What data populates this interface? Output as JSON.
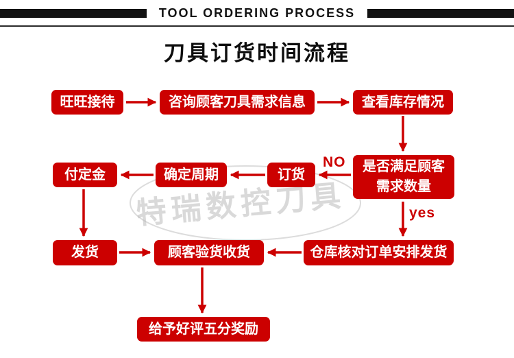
{
  "header": {
    "title": "TOOL ORDERING PROCESS"
  },
  "page_title": "刀具订货时间流程",
  "watermark": {
    "text": "特瑞数控刀具"
  },
  "colors": {
    "accent_red": "#cc0000",
    "banner_black": "#121212",
    "watermark_gray": "#d4d4d4"
  },
  "flow": {
    "nodes": {
      "reception": "旺旺接待",
      "inquiry": "咨询顾客刀具需求信息",
      "check_stock": "查看库存情况",
      "meet_demand": "是否满足顾客需求数量",
      "order": "订货",
      "confirm_cycle": "确定周期",
      "deposit": "付定金",
      "ship": "发货",
      "inspect": "顾客验货收货",
      "warehouse": "仓库核对订单安排发货",
      "review": "给予好评五分奖励"
    },
    "labels": {
      "no": "NO",
      "yes": "yes"
    }
  }
}
